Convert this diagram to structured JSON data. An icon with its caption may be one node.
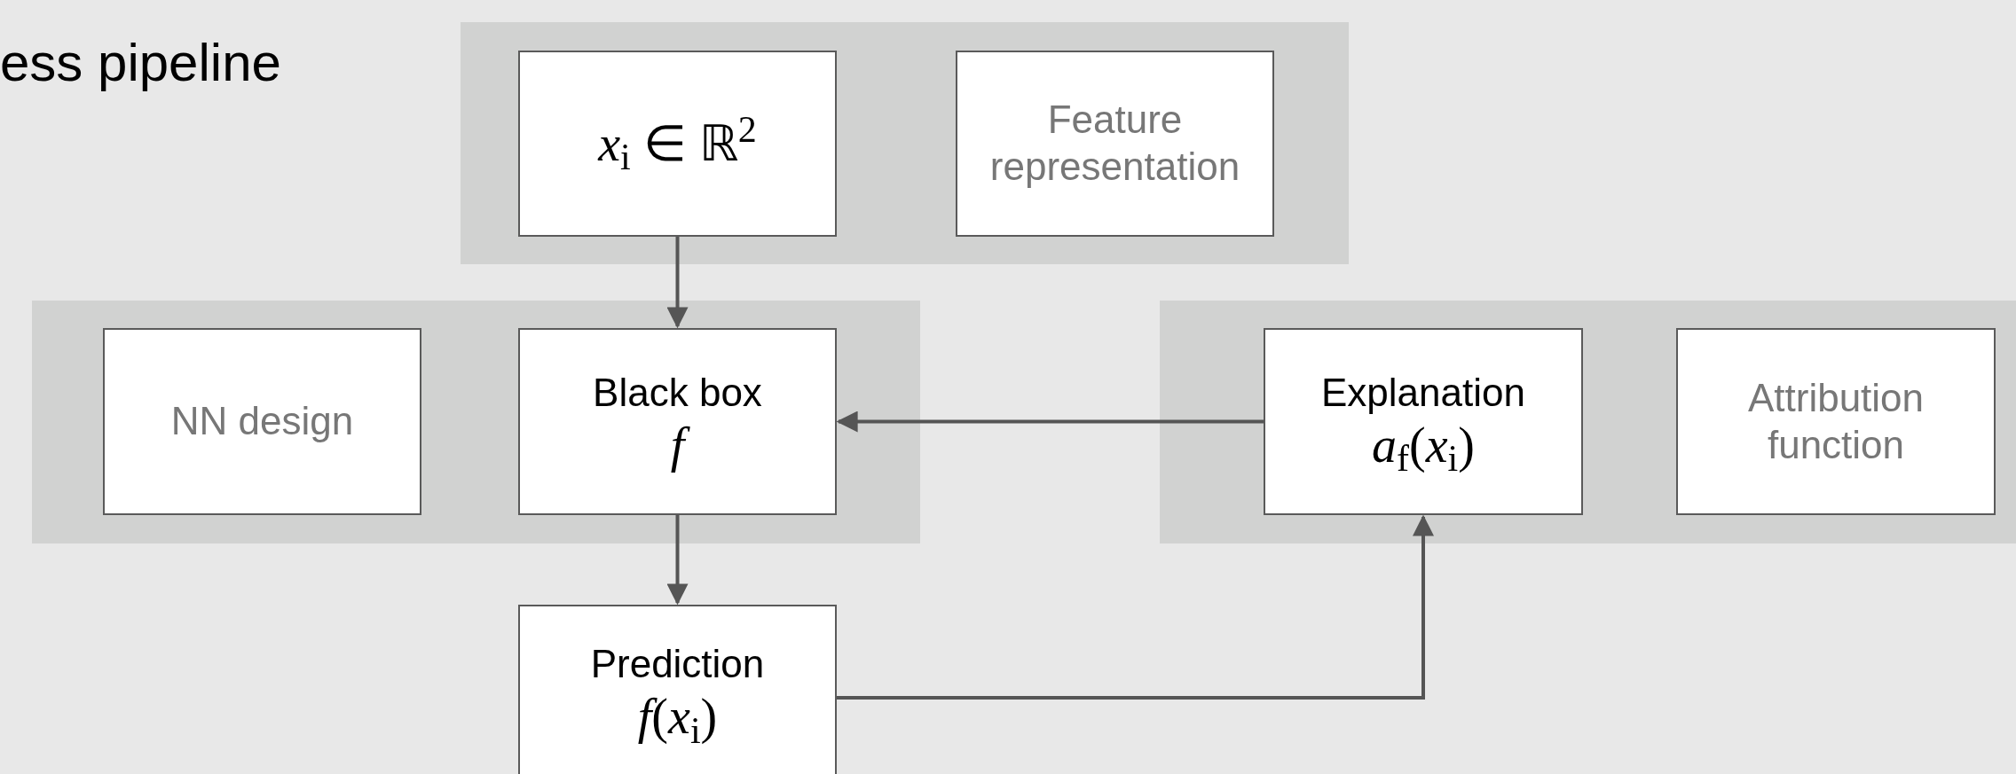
{
  "diagram": {
    "title": "ess pipeline",
    "nodes": [
      {
        "text": [],
        "shape": "box"
      },
      {
        "text": [
          "*x*$_{i}$ ∈ ℝ$^{2}$"
        ],
        "in": 0
      },
      {
        "text": [
          "Feature representation"
        ],
        "in": 0
      },
      {
        "text": [],
        "shape": "box"
      },
      {
        "text": [
          "NN design"
        ],
        "in": 3
      },
      {
        "text": [
          "Black box",
          "f"
        ],
        "in": 3
      },
      {
        "text": [],
        "shape": "box"
      },
      {
        "text": [
          "Explanation",
          "*a*$_{f}$(*x*$_{i}$)"
        ],
        "in": 6
      },
      {
        "text": [
          "Attribution function"
        ],
        "in": 6
      },
      {
        "text": [
          "Prediction",
          "*f*(*x*$_{i}$)"
        ]
      }
    ],
    "edges": [
      {
        "from": 1,
        "to": 5,
        "arrow": "to"
      },
      {
        "from": 7,
        "to": 5,
        "arrow": "to"
      },
      {
        "from": 5,
        "to": 9,
        "arrow": "to"
      },
      {
        "from": 9,
        "to": 7,
        "arrow": "to"
      }
    ]
  }
}
